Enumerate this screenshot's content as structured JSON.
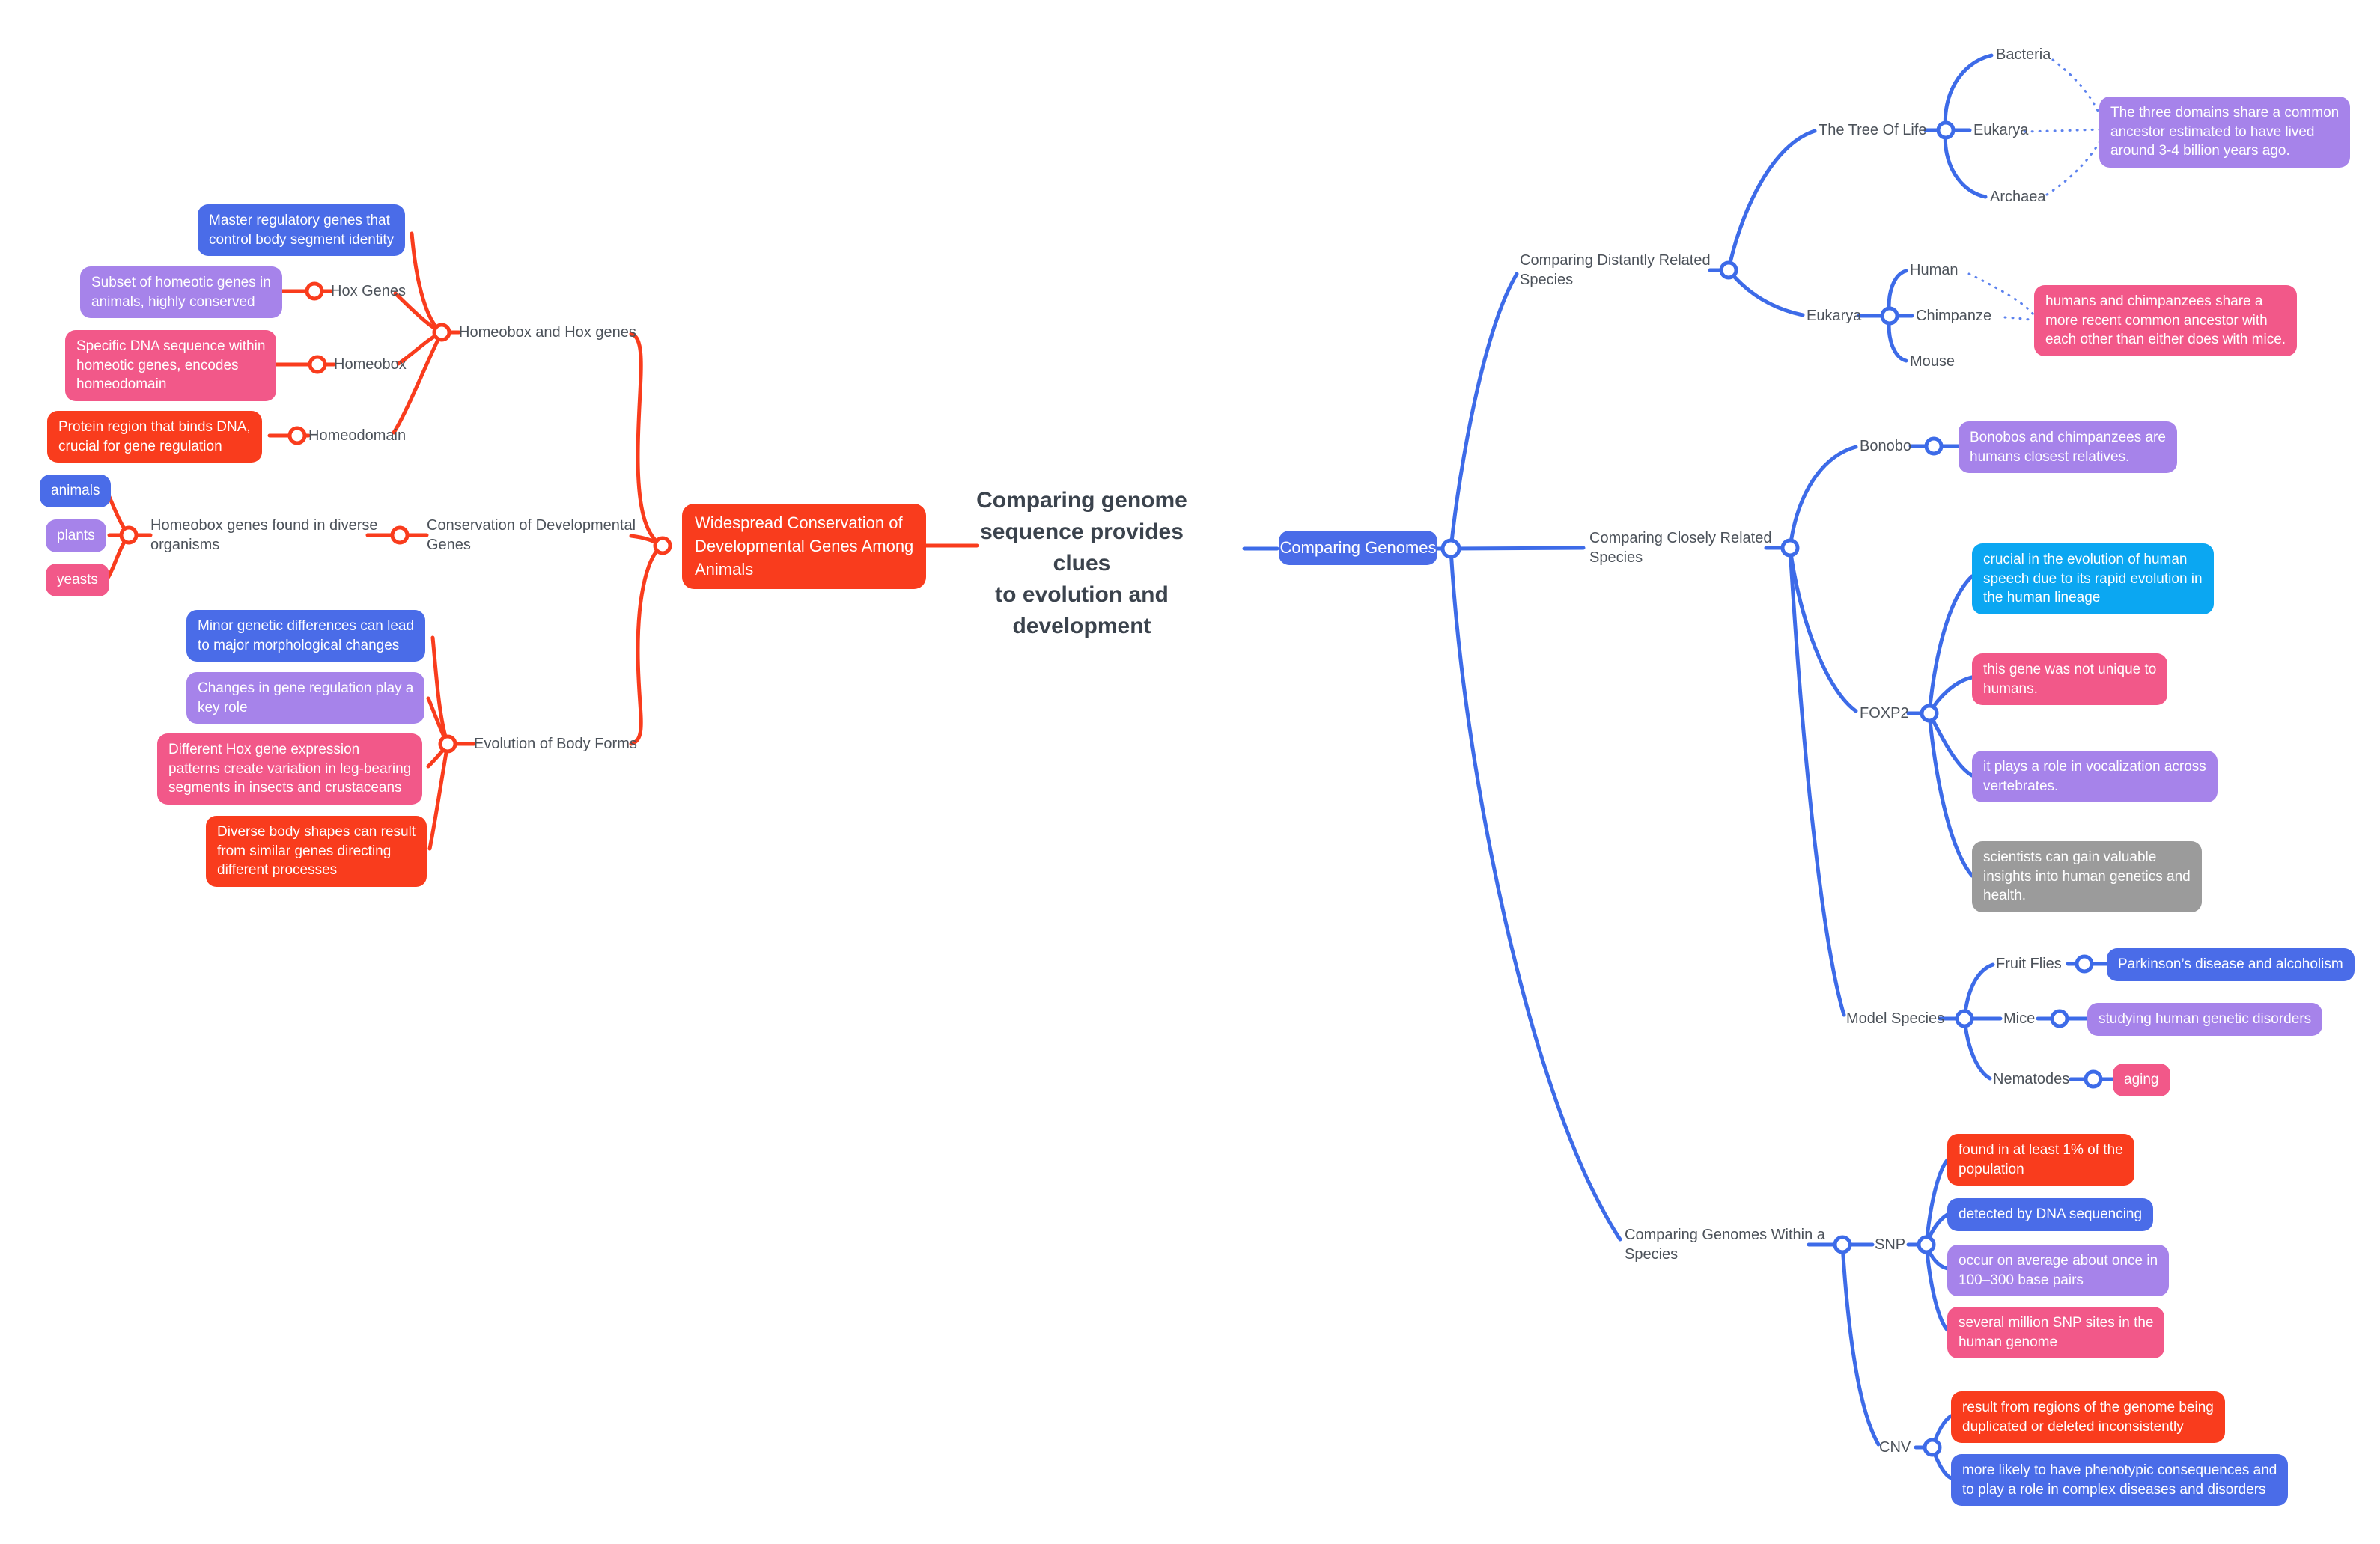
{
  "center": {
    "title": "Comparing genome\nsequence provides clues\nto evolution and\ndevelopment",
    "root_node": "Comparing Genomes"
  },
  "left": {
    "root": "Widespread Conservation of\nDevelopmental Genes Among\nAnimals",
    "homeobox_hox": {
      "label": "Homeobox and Hox genes",
      "master_note": "Master regulatory genes that\ncontrol body segment identity",
      "hox_genes": {
        "label": "Hox Genes",
        "note": "Subset of homeotic genes in\nanimals, highly conserved"
      },
      "homeobox": {
        "label": "Homeobox",
        "note": "Specific DNA sequence within\nhomeotic genes, encodes\nhomeodomain"
      },
      "homeodomain": {
        "label": "Homeodomain",
        "note": "Protein region that binds DNA,\ncrucial for gene regulation"
      }
    },
    "conservation": {
      "label": "Conservation of Developmental\nGenes",
      "diverse": {
        "label": "Homeobox genes found in diverse\norganisms",
        "organisms": [
          "animals",
          "plants",
          "yeasts"
        ]
      }
    },
    "evolution": {
      "label": "Evolution of Body Forms",
      "notes": [
        "Minor genetic differences can lead\nto major morphological changes",
        "Changes in gene regulation play a\nkey role",
        "Different Hox gene expression\npatterns create variation in leg-bearing\nsegments in insects and crustaceans",
        "Diverse body shapes can result\nfrom similar genes directing\ndifferent processes"
      ]
    }
  },
  "right": {
    "distantly": {
      "label": "Comparing Distantly Related\nSpecies",
      "tree_of_life": {
        "label": "The Tree Of Life",
        "children": [
          "Bacteria",
          "Eukarya",
          "Archaea"
        ],
        "note": "The three domains share a common\nancestor estimated to have lived\naround 3-4 billion years ago."
      },
      "eukarya": {
        "label": "Eukarya",
        "children": [
          "Human",
          "Chimpanze",
          "Mouse"
        ],
        "note": "humans and chimpanzees share a\nmore recent common ancestor with\neach other than either does with mice."
      }
    },
    "closely": {
      "label": "Comparing Closely Related\nSpecies",
      "bonobo": {
        "label": "Bonobo",
        "note": "Bonobos and chimpanzees are\nhumans closest relatives."
      },
      "foxp2": {
        "label": "FOXP2",
        "notes": [
          "crucial in the evolution of human\nspeech due to its rapid evolution in\nthe human lineage",
          "this gene was not unique to\nhumans.",
          "it plays a role in vocalization across\nvertebrates.",
          "scientists can gain valuable\ninsights into human genetics and\nhealth."
        ]
      },
      "model": {
        "label": "Model Species",
        "fruit_flies": {
          "label": "Fruit Flies",
          "note": "Parkinson’s disease and alcoholism"
        },
        "mice": {
          "label": "Mice",
          "note": "studying human genetic disorders"
        },
        "nematodes": {
          "label": "Nematodes",
          "note": "aging"
        }
      }
    },
    "within": {
      "label": "Comparing Genomes Within a\nSpecies",
      "snp": {
        "label": "SNP",
        "notes": [
          "found in at least 1% of the\npopulation",
          "detected by DNA sequencing",
          "occur on average about once in\n100–300 base pairs",
          "several million SNP sites in the\nhuman genome"
        ]
      },
      "cnv": {
        "label": "CNV",
        "notes": [
          "result from regions of the genome being\nduplicated or deleted inconsistently",
          "more likely to have phenotypic consequences and\nto play a role in complex diseases and disorders"
        ]
      }
    }
  },
  "colors": {
    "blue": "#4a6ce8",
    "purple": "#a683ea",
    "pink": "#f25889",
    "red": "#f93c1d",
    "cyan": "#0ba7f2",
    "gray": "#9b9b9b",
    "branch_blue": "#3d6be8",
    "branch_red": "#f93c1d",
    "dotted_blue": "#5b81ee",
    "label_text": "#4c525a",
    "title_text": "#3b434d"
  }
}
